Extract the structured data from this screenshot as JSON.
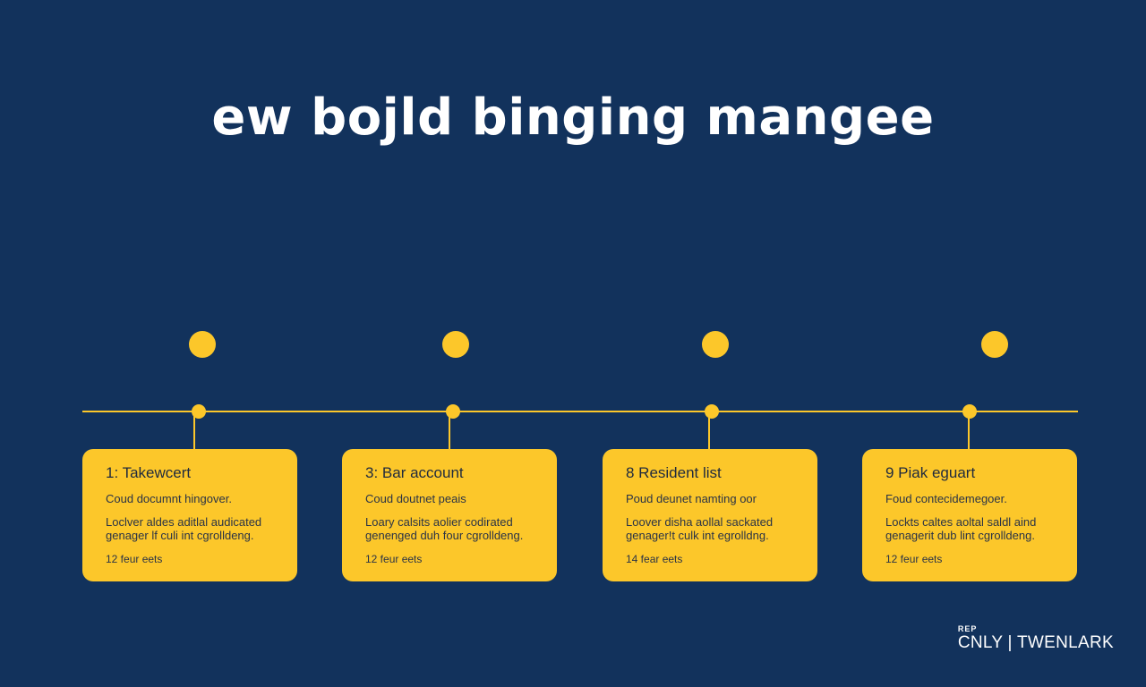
{
  "title": "ew bojld binging mangee",
  "colors": {
    "background": "#12325c",
    "accent": "#fcc72a",
    "title_text": "#ffffff",
    "card_text": "#1f2a3e"
  },
  "cards": [
    {
      "title": "1:  Takewcert",
      "subtitle": "Coud documnt hingover.",
      "body": "Loclver aldes aditlal audicated genager lf culi int cgrolldeng.",
      "footer": "12 feur eets"
    },
    {
      "title": "3:  Bar account",
      "subtitle": "Coud doutnet peais",
      "body": "Loary calsits aolier codirated genenged duh four cgrolldeng.",
      "footer": "12 feur eets"
    },
    {
      "title": "8   Resident list",
      "subtitle": "Poud deunet namting oor",
      "body": "Loover disha aollal sackated genager!t culk int egrolldng.",
      "footer": "14 fear eets"
    },
    {
      "title": "9   Piak eguart",
      "subtitle": "Foud contecidemegoer.",
      "body": "Lockts caltes aoltal saldl aind genagerit dub lint cgrolldeng.",
      "footer": "12 feur eets"
    }
  ],
  "brand": {
    "small": "REP",
    "main": "CNLY | TWENLARK"
  }
}
